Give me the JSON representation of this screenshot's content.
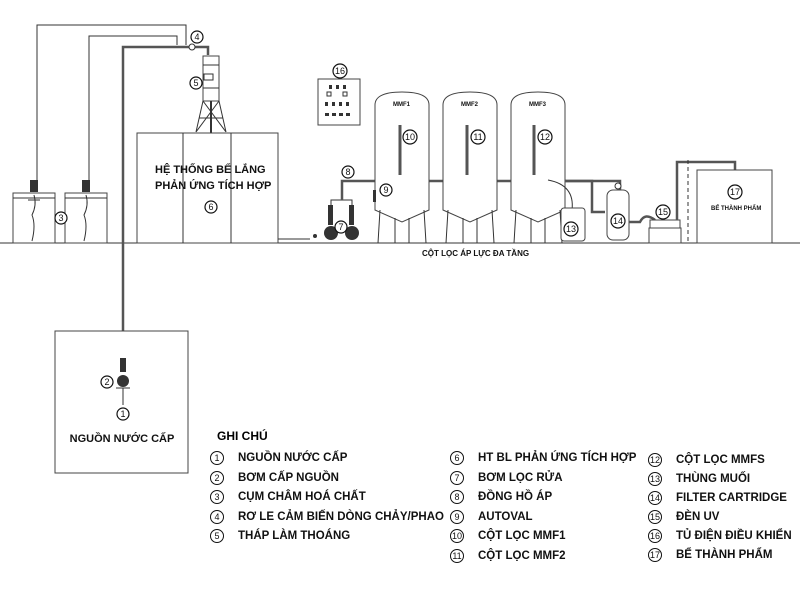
{
  "title": "Sơ đồ hệ thống xử lý nước",
  "labels": {
    "settling_tank": [
      "HỆ THỐNG BỂ   LẮNG",
      "PHẢN ỨNG TÍCH HỢP"
    ],
    "source": "NGUỒN NƯỚC CẤP",
    "pressure_filter": "CỘT LỌC ÁP LỰC ĐA TẦNG",
    "product_tank": "BỂ THÀNH PHẨM",
    "mmf": [
      "MMF1",
      "MMF2",
      "MMF3"
    ]
  },
  "markers": {
    "m1": "1",
    "m2": "2",
    "m3": "3",
    "m4": "4",
    "m5": "5",
    "m6": "6",
    "m7": "7",
    "m8": "8",
    "m9": "9",
    "m10": "10",
    "m11": "11",
    "m12": "12",
    "m13": "13",
    "m14": "14",
    "m15": "15",
    "m16": "16",
    "m17": "17"
  },
  "legend": {
    "title": "GHI CHÚ",
    "items": [
      {
        "num": "1",
        "label": "NGUỒN NƯỚC CẤP"
      },
      {
        "num": "2",
        "label": "BƠM CẤP NGUỒN"
      },
      {
        "num": "3",
        "label": "CỤM CHÂM HOÁ CHẤT"
      },
      {
        "num": "4",
        "label": "RƠ LE CẢM BIẾN DÒNG CHẢY/PHAO"
      },
      {
        "num": "5",
        "label": "THÁP LÀM THOÁNG"
      },
      {
        "num": "6",
        "label": "HT BL PHẢN ỨNG TÍCH HỢP"
      },
      {
        "num": "7",
        "label": "BƠM LỌC RỬA"
      },
      {
        "num": "8",
        "label": "ĐỒNG HỒ ÁP"
      },
      {
        "num": "9",
        "label": "AUTOVAL"
      },
      {
        "num": "10",
        "label": "CỘT LỌC MMF1"
      },
      {
        "num": "11",
        "label": "CỘT LỌC MMF2"
      },
      {
        "num": "12",
        "label": "CỘT LỌC MMFS"
      },
      {
        "num": "13",
        "label": "THÙNG MUỐI"
      },
      {
        "num": "14",
        "label": "FILTER CARTRIDGE"
      },
      {
        "num": "15",
        "label": "ĐÈN UV"
      },
      {
        "num": "16",
        "label": "TỦ ĐIỆN ĐIỀU KHIỂN"
      },
      {
        "num": "17",
        "label": "BỂ THÀNH PHẨM"
      }
    ]
  }
}
